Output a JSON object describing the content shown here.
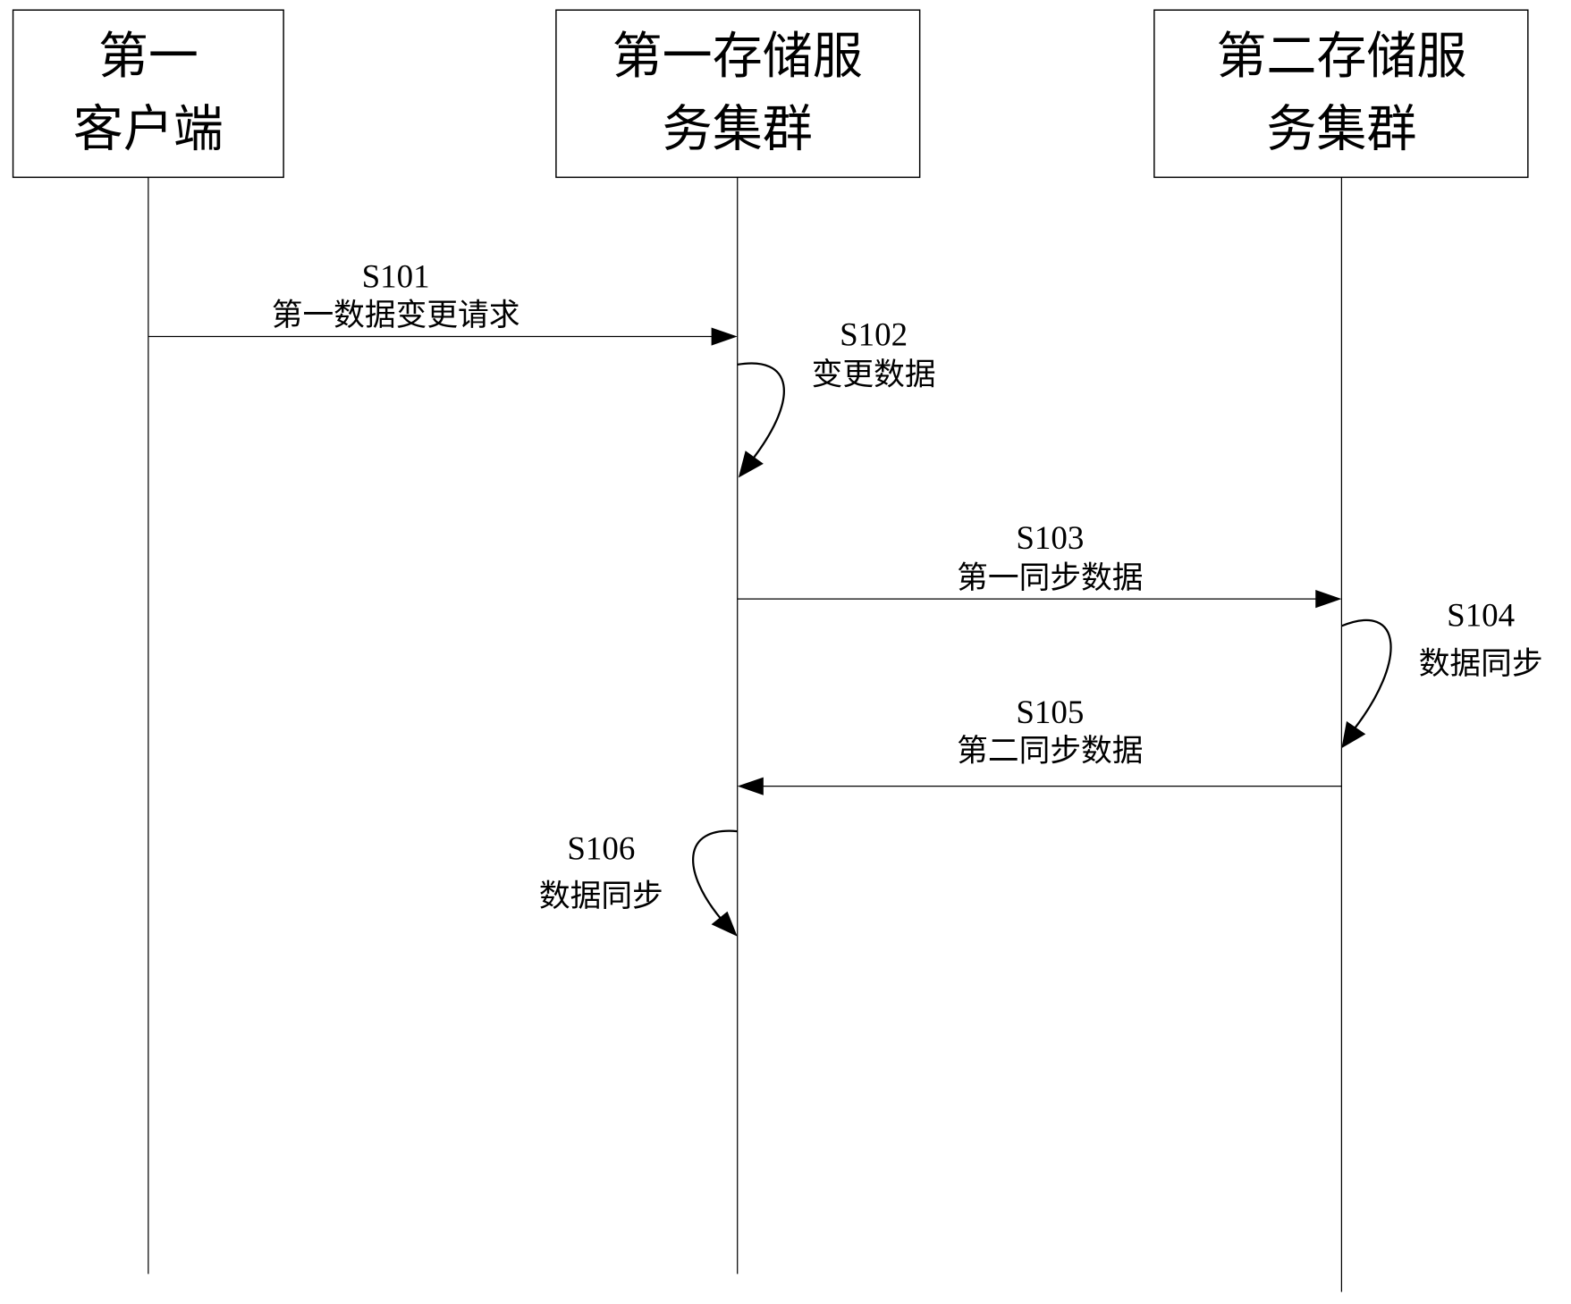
{
  "participants": [
    {
      "id": "client1",
      "lines": [
        "第一",
        "客户端"
      ]
    },
    {
      "id": "cluster1",
      "lines": [
        "第一存储服",
        "务集群"
      ]
    },
    {
      "id": "cluster2",
      "lines": [
        "第二存储服",
        "务集群"
      ]
    }
  ],
  "messages": [
    {
      "step": "S101",
      "label": "第一数据变更请求",
      "from": "client1",
      "to": "cluster1",
      "type": "arrow"
    },
    {
      "step": "S102",
      "label": "变更数据",
      "from": "cluster1",
      "to": "cluster1",
      "type": "self"
    },
    {
      "step": "S103",
      "label": "第一同步数据",
      "from": "cluster1",
      "to": "cluster2",
      "type": "arrow"
    },
    {
      "step": "S104",
      "label": "数据同步",
      "from": "cluster2",
      "to": "cluster2",
      "type": "self"
    },
    {
      "step": "S105",
      "label": "第二同步数据",
      "from": "cluster2",
      "to": "cluster1",
      "type": "arrow"
    },
    {
      "step": "S106",
      "label": "数据同步",
      "from": "cluster1",
      "to": "cluster1",
      "type": "self"
    }
  ]
}
